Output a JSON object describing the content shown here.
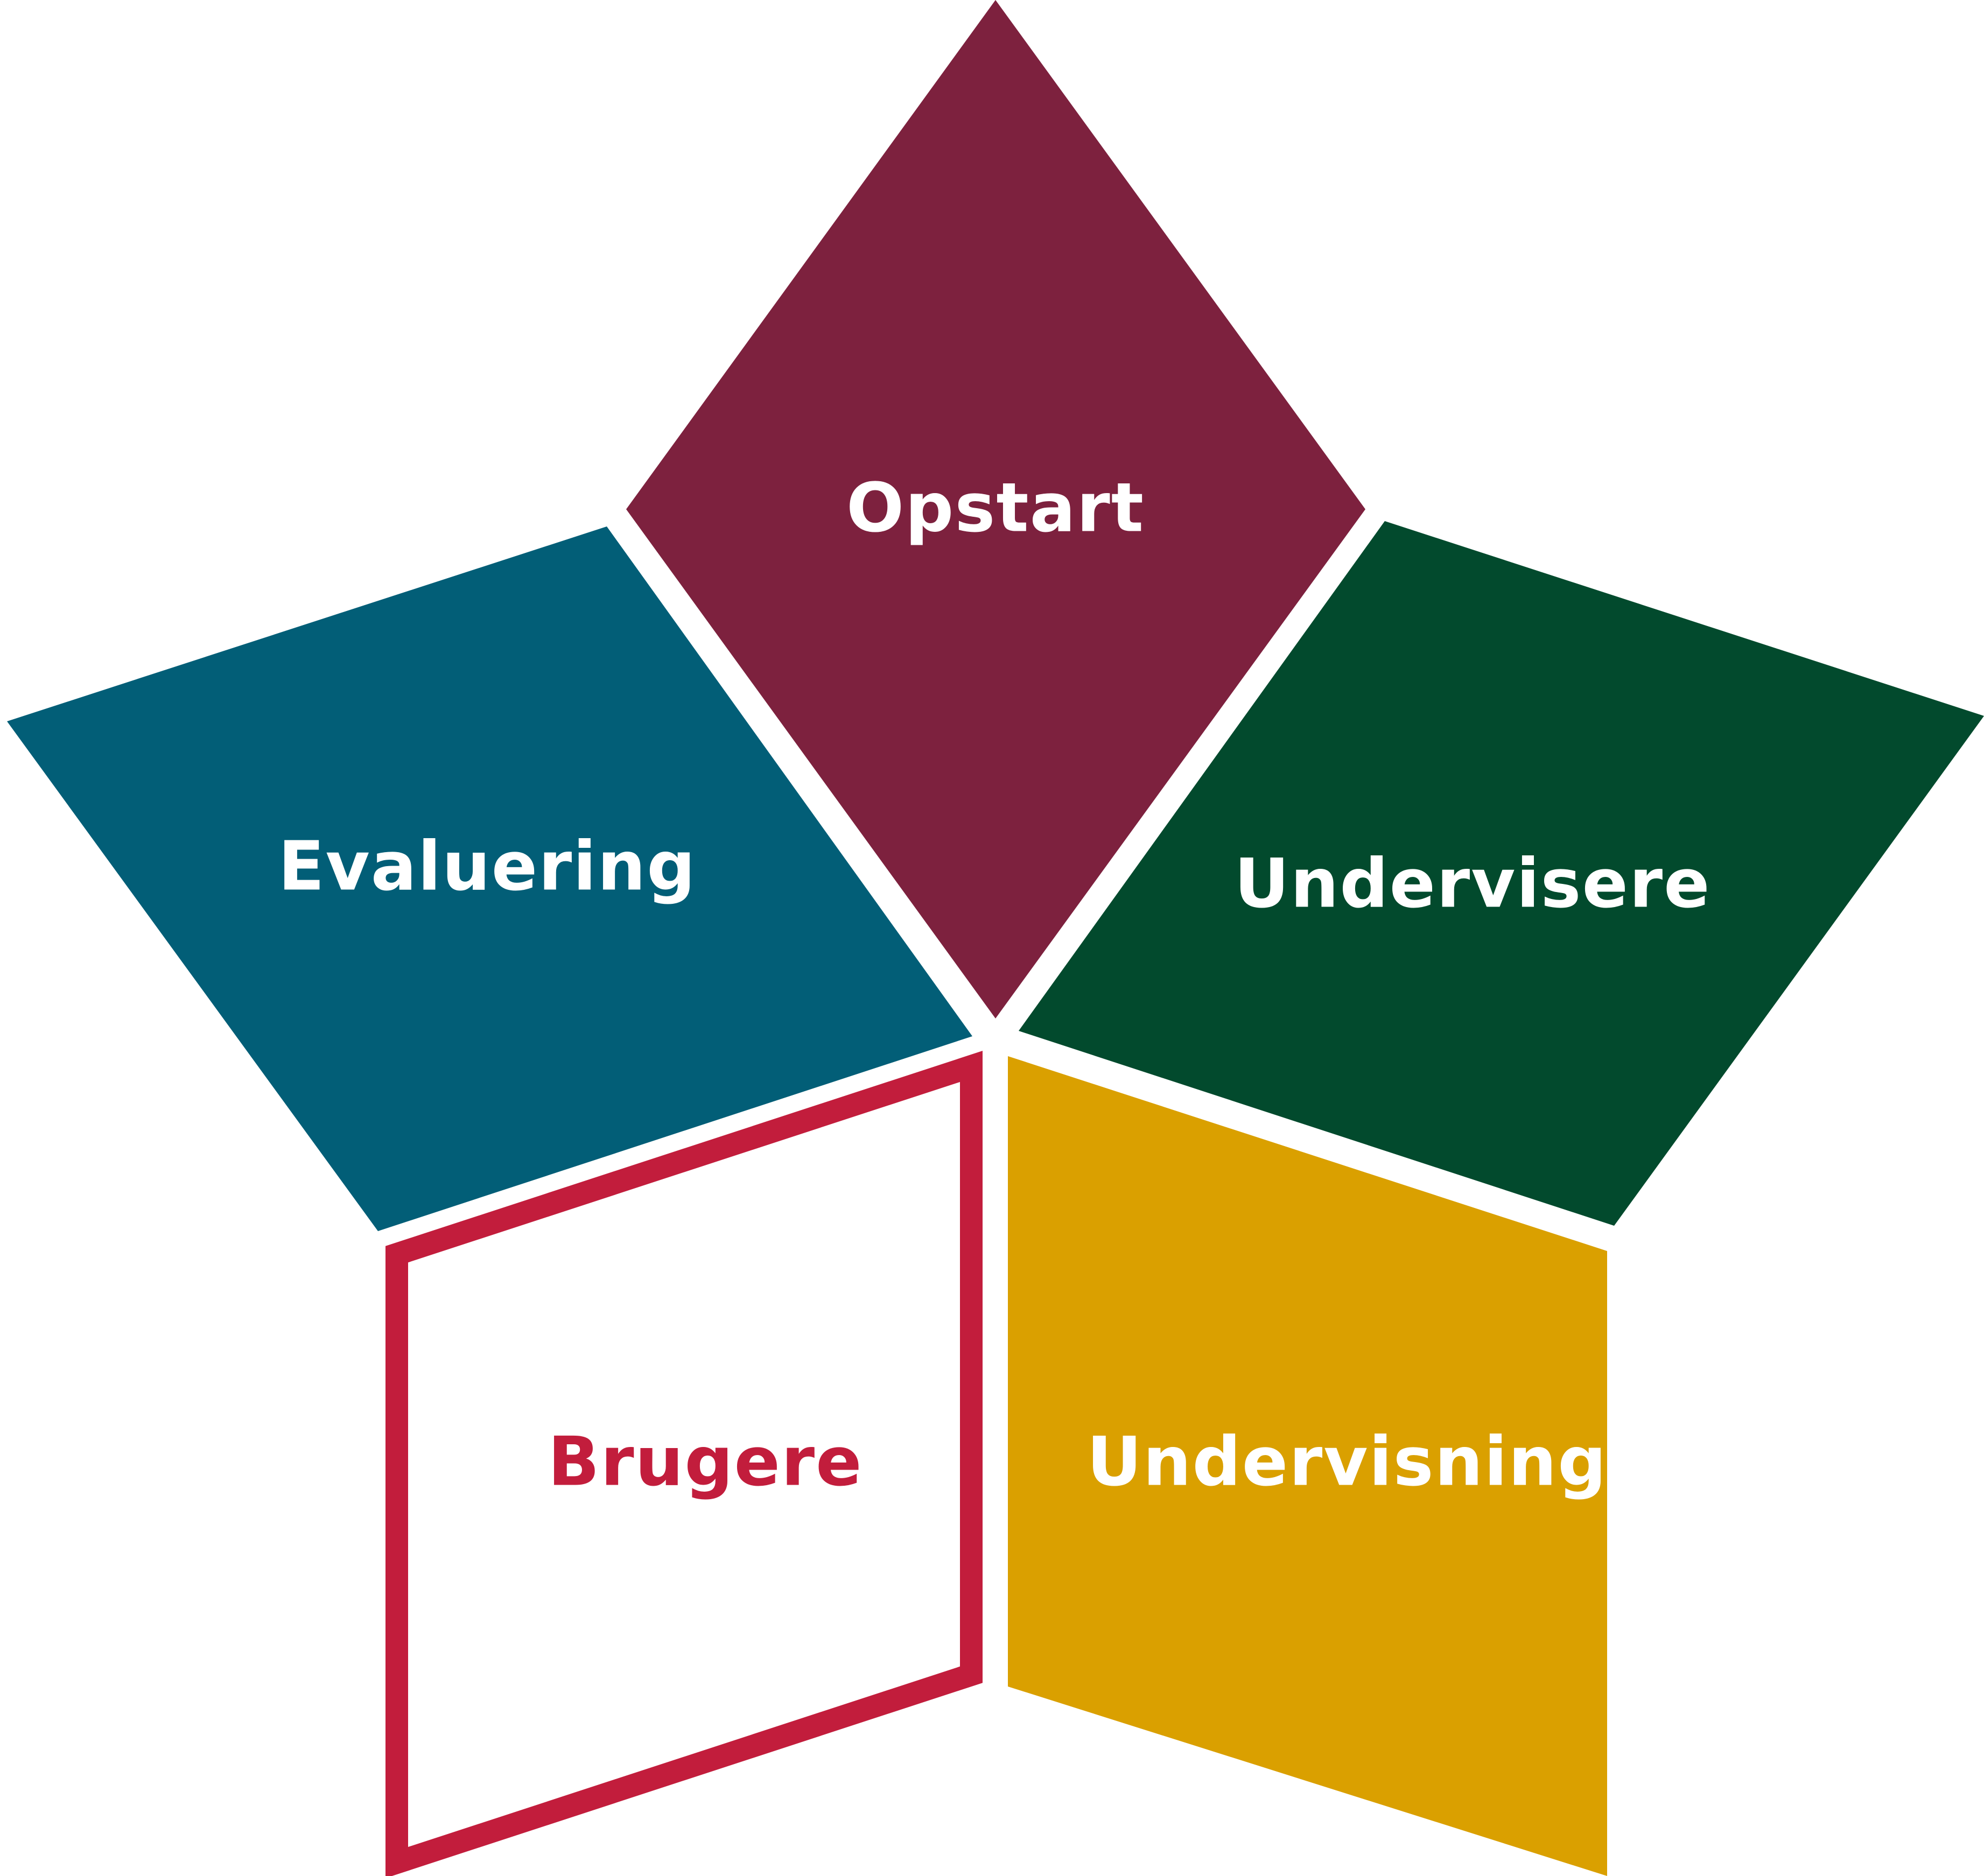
{
  "diagram": {
    "segments": [
      {
        "id": "opstart",
        "label": "Opstart",
        "fill": "#7D213E",
        "text_color": "#FFFFFF",
        "style": "filled"
      },
      {
        "id": "undervisere",
        "label": "Undervisere",
        "fill": "#024A2D",
        "text_color": "#FFFFFF",
        "style": "filled"
      },
      {
        "id": "undervisning",
        "label": "Undervisning",
        "fill": "#DAA000",
        "text_color": "#FFFFFF",
        "style": "filled"
      },
      {
        "id": "brugere",
        "label": "Brugere",
        "fill": "#FFFFFF",
        "stroke": "#C21D3C",
        "text_color": "#C21D3C",
        "style": "outlined"
      },
      {
        "id": "evaluering",
        "label": "Evaluering",
        "fill": "#025E77",
        "text_color": "#FFFFFF",
        "style": "filled"
      }
    ]
  }
}
